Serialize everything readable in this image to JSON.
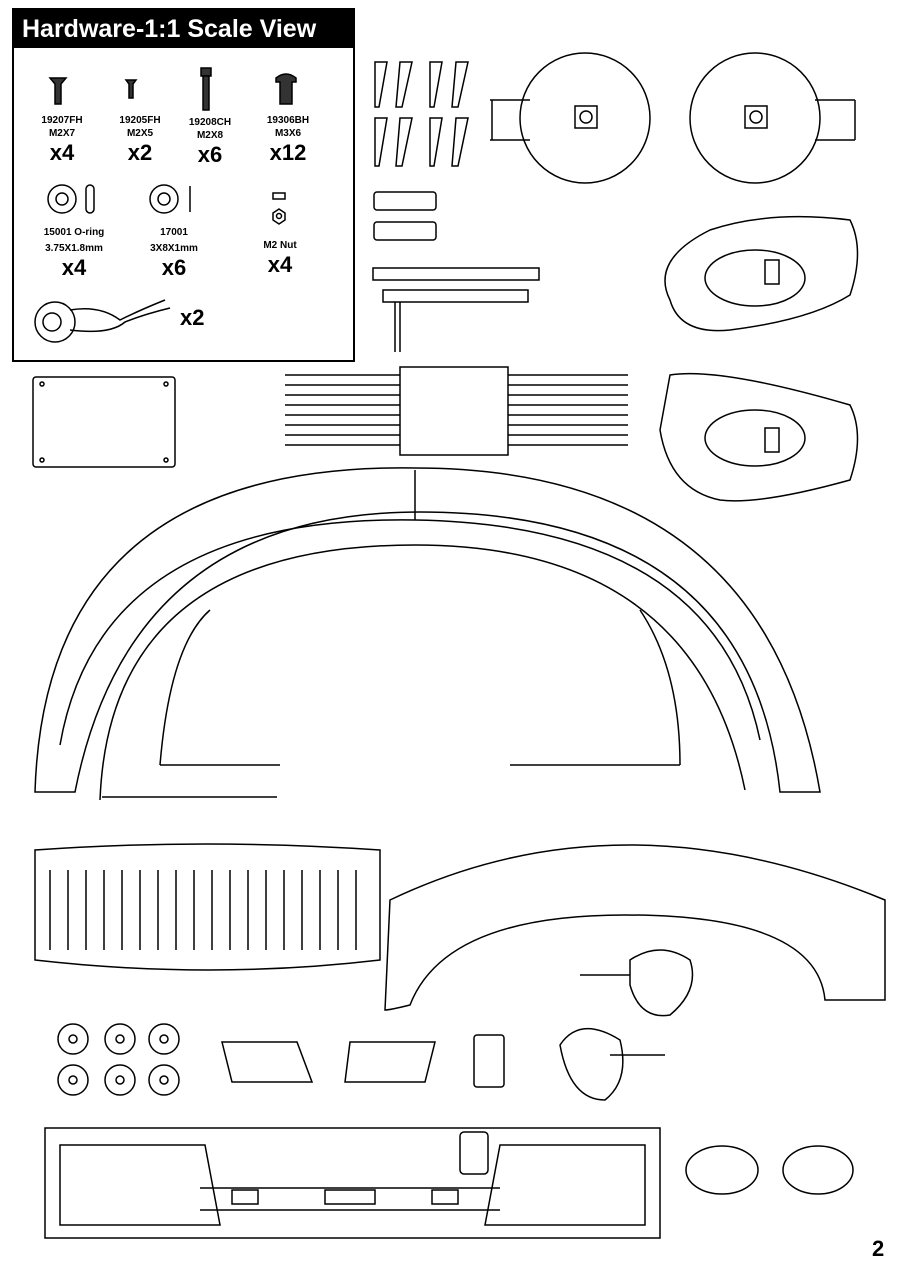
{
  "hardware": {
    "title": "Hardware-1:1 Scale View",
    "items": [
      {
        "code": "19207FH",
        "size": "M2X7",
        "qty": "x4"
      },
      {
        "code": "19205FH",
        "size": "M2X5",
        "qty": "x2"
      },
      {
        "code": "19208CH",
        "size": "M2X8",
        "qty": "x6"
      },
      {
        "code": "19306BH",
        "size": "M3X6",
        "qty": "x12"
      },
      {
        "code": "15001 O-ring",
        "size": "3.75X1.8mm",
        "qty": "x4"
      },
      {
        "code": "17001",
        "size": "3X8X1mm",
        "qty": "x6"
      },
      {
        "code": "",
        "size": "M2 Nut",
        "qty": "x4"
      }
    ],
    "body_clip_qty": "x2"
  },
  "page_number": "2"
}
